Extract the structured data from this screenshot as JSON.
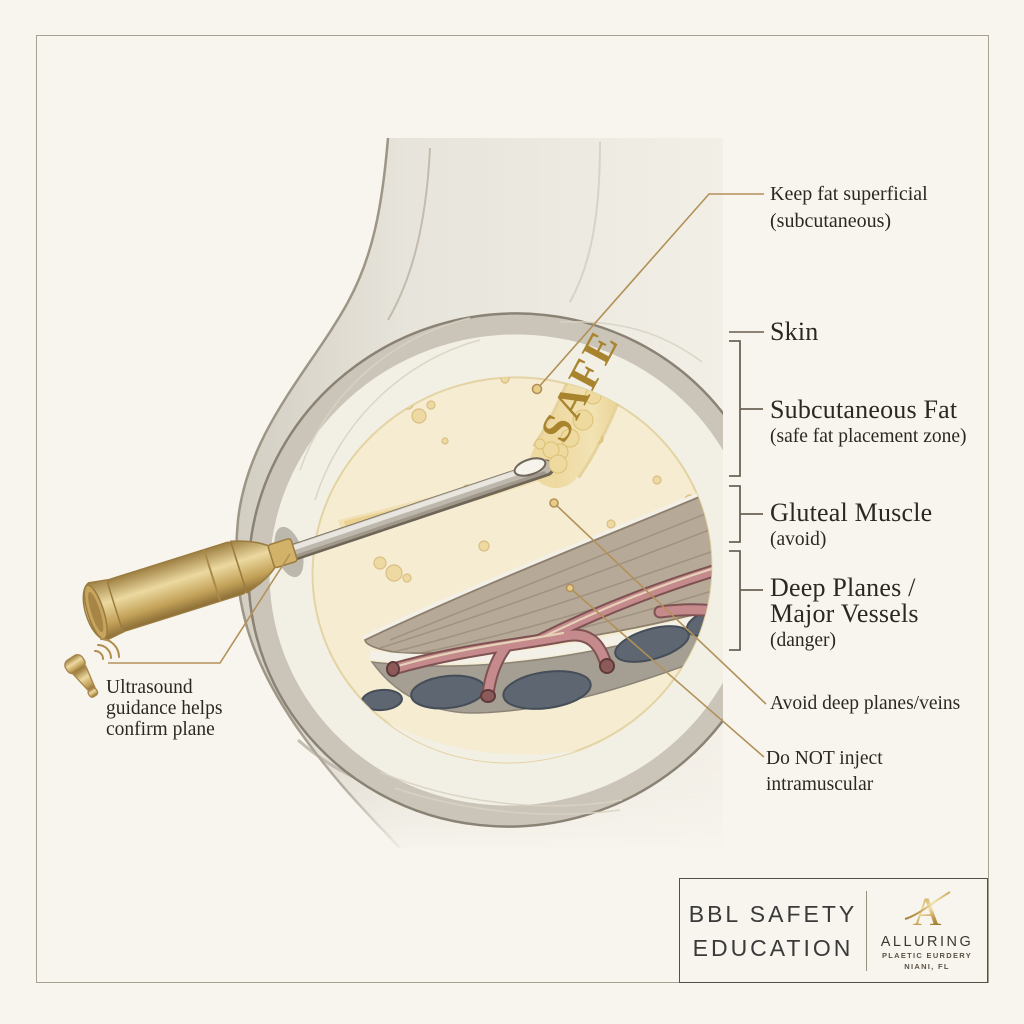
{
  "illustration": {
    "safe_marker": "SAFE",
    "subject": "BBL fat injection cross-section of buttock with cannula in subcutaneous plane"
  },
  "annotations": {
    "keep_fat": {
      "line1": "Keep fat superficial",
      "line2": "(subcutaneous)"
    },
    "skin": {
      "label": "Skin"
    },
    "subcutaneous_fat": {
      "label": "Subcutaneous Fat",
      "note": "(safe fat placement zone)"
    },
    "gluteal_muscle": {
      "label": "Gluteal Muscle",
      "note": "(avoid)"
    },
    "deep_planes": {
      "line1": "Deep Planes /",
      "line2": "Major Vessels",
      "note": "(danger)"
    },
    "avoid_deep": {
      "label": "Avoid deep planes/veins"
    },
    "do_not_inject": {
      "line1": "Do NOT inject",
      "line2": "intramuscular"
    },
    "ultrasound": {
      "line1": "Ultrasound",
      "line2": "guidance helps",
      "line3": "confirm plane"
    }
  },
  "badge": {
    "title_line1": "BBL SAFETY",
    "title_line2": "EDUCATION",
    "logo_letter": "A",
    "brand": "ALLURING",
    "brand_sub1": "PLAETIC EURDERY",
    "brand_sub2": "NIANI, FL"
  },
  "colors": {
    "background": "#f8f5ee",
    "frame_border": "#a7a093",
    "text": "#2b2824",
    "accent_gold": "#b29159",
    "safe_text_gold": "#a8842e",
    "safe_band_gold": "#ecd493",
    "fat_cream": "#f5ecd2",
    "muscle_taupe": "#b7a997",
    "deep_gray": "#a49e93",
    "artery_red": "#c48a8c",
    "vein_slate": "#5d6671",
    "badge_border": "#544f47"
  }
}
